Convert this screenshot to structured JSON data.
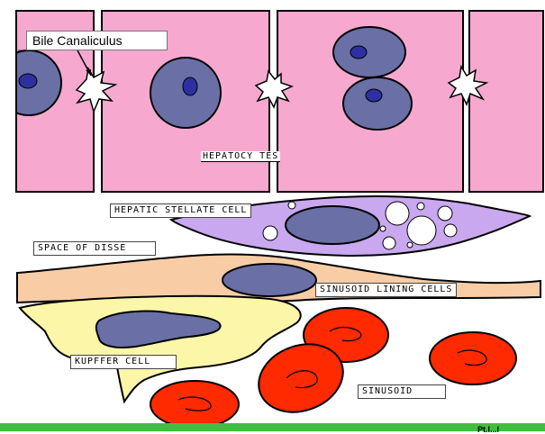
{
  "labels": {
    "bile_canaliculus": "Bile Canaliculus",
    "hepatocytes": "HEPATOCY TES",
    "stellate": "HEPATIC STELLATE CELL",
    "disse": "SPACE OF DISSE",
    "lining": "SINUSOID LINING CELLS",
    "kupffer": "KUPFFER CELL",
    "sinusoid": "SINUSOID"
  },
  "footer_fragment": "Pt.l...l",
  "colors": {
    "hepatocyte": "#f7a8cf",
    "nucleus": "#6a6fa6",
    "nucleolus": "#2e2fa0",
    "stellate": "#c9a8ef",
    "lining": "#f8cda6",
    "kupffer": "#fbf6a8",
    "rbc": "#ff2a00",
    "green_bar": "#3fbf3f"
  }
}
